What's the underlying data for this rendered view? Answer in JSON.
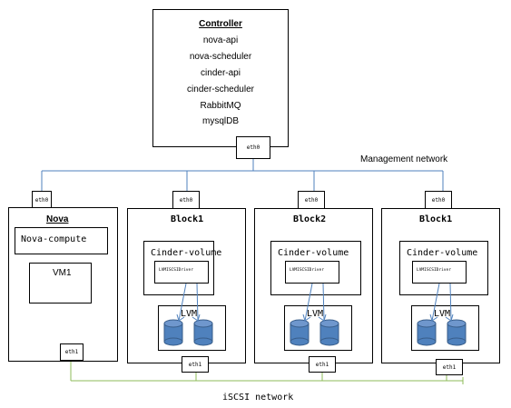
{
  "controller": {
    "title": "Controller",
    "services": [
      "nova-api",
      "nova-scheduler",
      "cinder-api",
      "cinder-scheduler",
      "RabbitMQ",
      "mysqlDB"
    ],
    "port": "eth0"
  },
  "networks": {
    "management": "Management network",
    "iscsi": "iSCSI network"
  },
  "nova": {
    "port_top": "eth0",
    "title": "Nova",
    "compute": "Nova-compute",
    "vm": "VM1",
    "port_bottom": "eth1"
  },
  "blocks": [
    {
      "port_top": "eth0",
      "title": "Block1",
      "volume": "Cinder-volume",
      "driver": "LVMISCSIDriver",
      "lvm": "LVM",
      "port_bottom": "eth1"
    },
    {
      "port_top": "eth0",
      "title": "Block2",
      "volume": "Cinder-volume",
      "driver": "LVMISCSIDriver",
      "lvm": "LVM",
      "port_bottom": "eth1"
    },
    {
      "port_top": "eth0",
      "title": "Block1",
      "volume": "Cinder-volume",
      "driver": "LVMISCSIDriver",
      "lvm": "LVM",
      "port_bottom": "eth1"
    }
  ],
  "colors": {
    "management_line": "#4f81bd",
    "iscsi_line": "#8dbb5a",
    "cylinder_fill": "#4f81bd",
    "cylinder_stroke": "#385d8a",
    "arrow": "#4f81bd"
  }
}
